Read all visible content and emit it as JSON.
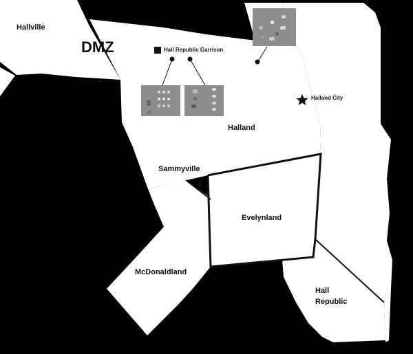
{
  "regions": {
    "hallville": "Hallville",
    "dmz": "DMZ",
    "halland": "Halland",
    "sammyville": "Sammyville",
    "evelynland": "Evelynland",
    "mcdonaldland": "McDonaldland",
    "hall_republic": "Hall\nRepublic"
  },
  "places": {
    "garrison": "Hall Republic Garrison",
    "capital": "Halland City"
  },
  "icons": {
    "garrison_marker": "square-marker-icon",
    "capital_marker": "star-icon",
    "photo_pins": "pin-dot-icon"
  },
  "colors": {
    "land": "#ffffff",
    "water": "#000000",
    "border": "#111111",
    "photo": "#8d8d8d"
  }
}
